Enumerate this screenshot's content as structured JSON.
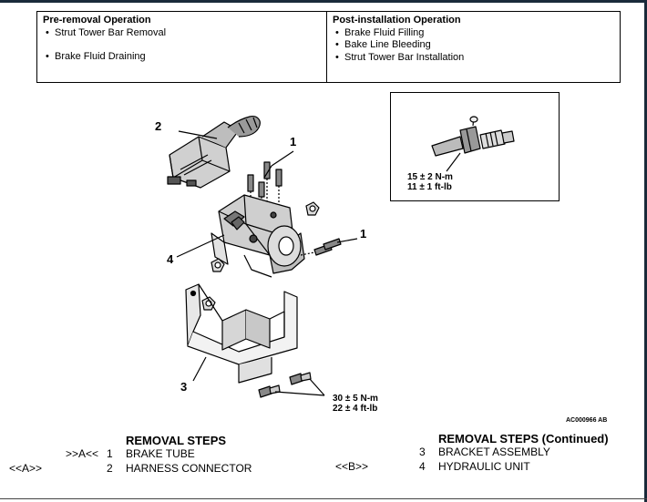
{
  "pre_removal": {
    "heading": "Pre-removal Operation",
    "items": [
      "Strut Tower Bar Removal",
      "Brake Fluid Draining"
    ]
  },
  "post_installation": {
    "heading": "Post-installation Operation",
    "items": [
      "Brake Fluid Filling",
      "Bake Line Bleeding",
      "Strut Tower Bar Installation"
    ]
  },
  "callouts": {
    "c1_top": "1",
    "c1_right": "1",
    "c2": "2",
    "c3": "3",
    "c4": "4"
  },
  "inset_torque": {
    "line1": "15 ± 2 N-m",
    "line2": "11 ± 1 ft-lb"
  },
  "bracket_torque": {
    "line1": "30 ± 5 N-m",
    "line2": "22 ± 4 ft-lb"
  },
  "figure_id": "AC000966 AB",
  "removal_steps": {
    "title": "REMOVAL STEPS",
    "rows": [
      {
        "code": ">>A<<",
        "num": "1",
        "label": "BRAKE TUBE"
      },
      {
        "code": "<<A>>",
        "num": "2",
        "label": "HARNESS CONNECTOR"
      }
    ]
  },
  "removal_steps_cont": {
    "title": "REMOVAL STEPS (Continued)",
    "rows": [
      {
        "code": "",
        "num": "3",
        "label": "BRACKET ASSEMBLY"
      },
      {
        "code": "<<B>>",
        "num": "4",
        "label": "HYDRAULIC UNIT"
      }
    ]
  }
}
